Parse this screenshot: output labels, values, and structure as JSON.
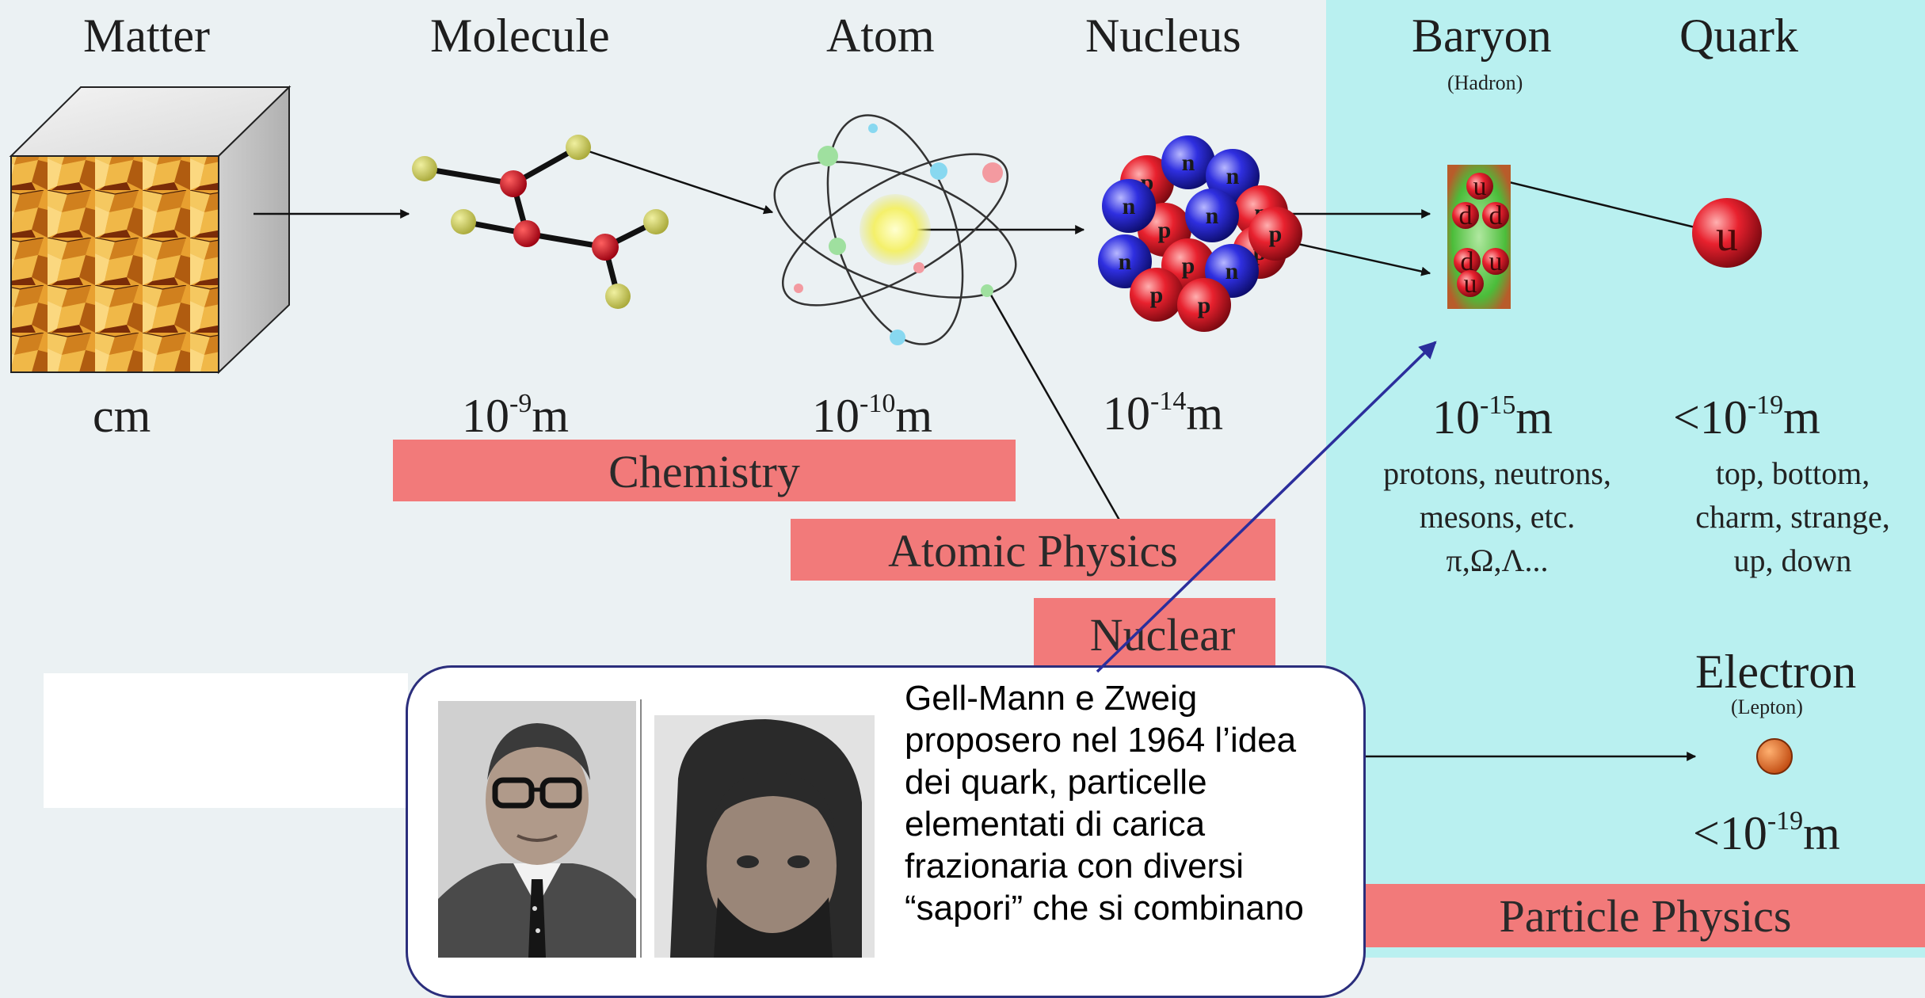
{
  "columns": [
    {
      "id": "matter",
      "title": "Matter",
      "scale_base": "cm",
      "scale_exp": ""
    },
    {
      "id": "molecule",
      "title": "Molecule",
      "scale_base": "10",
      "scale_exp": "-9",
      "scale_unit": "m"
    },
    {
      "id": "atom",
      "title": "Atom",
      "scale_base": "10",
      "scale_exp": "-10",
      "scale_unit": "m"
    },
    {
      "id": "nucleus",
      "title": "Nucleus",
      "scale_base": "10",
      "scale_exp": "-14",
      "scale_unit": "m"
    },
    {
      "id": "baryon",
      "title": "Baryon",
      "subtitle": "(Hadron)",
      "scale_base": "10",
      "scale_exp": "-15",
      "scale_unit": "m"
    },
    {
      "id": "quark",
      "title": "Quark",
      "scale_base": "<10",
      "scale_exp": "-19",
      "scale_unit": "m"
    }
  ],
  "electron": {
    "title": "Electron",
    "subtitle": "(Lepton)",
    "scale_base": "<10",
    "scale_exp": "-19",
    "scale_unit": "m"
  },
  "baryon_desc": [
    "protons, neutrons,",
    "mesons, etc.",
    "π,Ω,Λ..."
  ],
  "quark_desc": [
    "top, bottom,",
    "charm, strange,",
    "up, down"
  ],
  "bands": {
    "chemistry": "Chemistry",
    "atomic": "Atomic Physics",
    "nuclear": "Nuclear",
    "particle": "Particle Physics"
  },
  "nucleus_letters": [
    "p",
    "n",
    "n",
    "p",
    "p",
    "n",
    "p",
    "n",
    "p",
    "n",
    "p",
    "p",
    "n",
    "p"
  ],
  "baryon_quarks": {
    "top": [
      "u",
      "d",
      "d"
    ],
    "bottom": [
      "d",
      "u",
      "u"
    ]
  },
  "quark_letter": "u",
  "callout_lines": [
    "Gell-Mann e Zweig",
    "proposero nel 1964 l’idea",
    "dei quark, particelle",
    "elementati di carica",
    "frazionaria con diversi",
    "“sapori” che si combinano"
  ],
  "colors": {
    "band": "#f27a7a",
    "cyan_panel": "#b9f0f0",
    "callout_border": "#2b2e7c",
    "arrow": "#2b2e9c"
  }
}
